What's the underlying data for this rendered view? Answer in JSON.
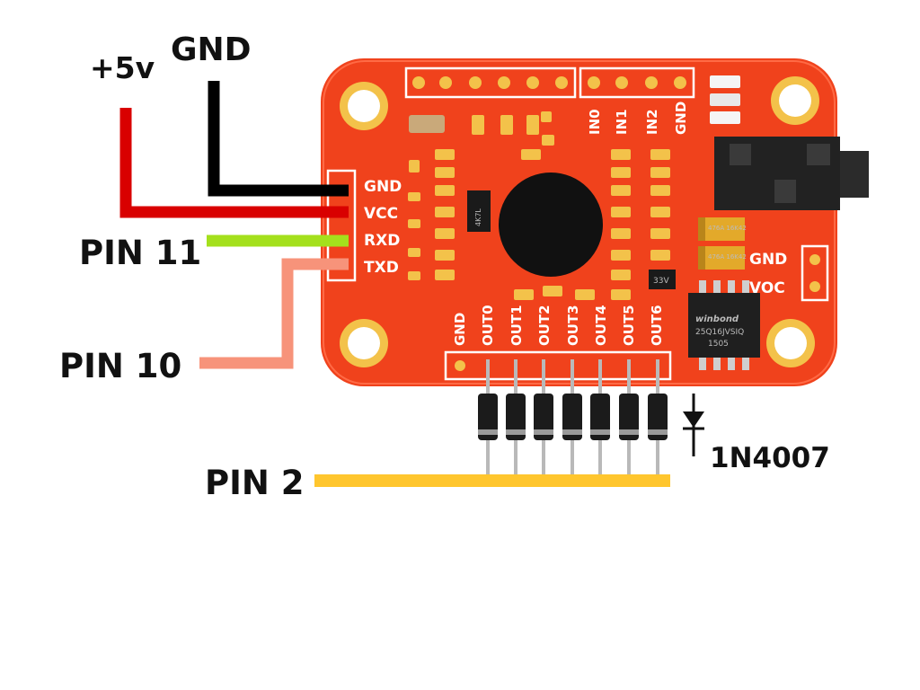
{
  "labels": {
    "plus5v": "+5v",
    "gnd": "GND",
    "pin11": "PIN 11",
    "pin10": "PIN 10",
    "pin2": "PIN 2",
    "diode": "1N4007"
  },
  "board": {
    "uart_pins": [
      "GND",
      "VCC",
      "RXD",
      "TXD"
    ],
    "input_pins": [
      "IN0",
      "IN1",
      "IN2",
      "GND"
    ],
    "power_pins": [
      "GND",
      "VOC"
    ],
    "output_pins": [
      "GND",
      "OUT0",
      "OUT1",
      "OUT2",
      "OUT3",
      "OUT4",
      "OUT5",
      "OUT6"
    ],
    "chip_brand": "winbond",
    "chip_lines": [
      "25Q16JVSIQ",
      "1505"
    ],
    "regulator": "33V",
    "resistor_mark": "4K7L",
    "cap_marks": [
      "476A 16K42",
      "476A 16K42"
    ]
  },
  "colors": {
    "pcb": "#f0421c",
    "wire_gnd": "#000000",
    "wire_vcc": "#d90000",
    "wire_rxd": "#a4e01c",
    "wire_txd": "#f7937a",
    "wire_pin2": "#ffc62e"
  }
}
